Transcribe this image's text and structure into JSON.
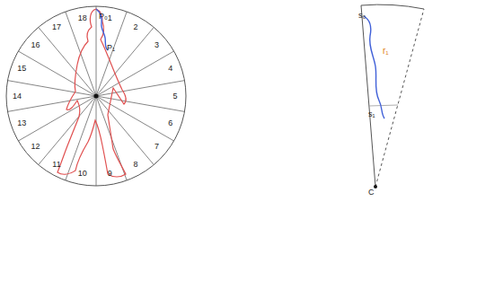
{
  "diagram": {
    "labels": [
      "1",
      "2",
      "3",
      "4",
      "5",
      "6",
      "7",
      "8",
      "9",
      "10",
      "11",
      "12",
      "13",
      "14",
      "15",
      "16",
      "17",
      "18",
      "P₀",
      "P₁",
      "s₀",
      "r₁",
      "s₁",
      "C"
    ]
  }
}
